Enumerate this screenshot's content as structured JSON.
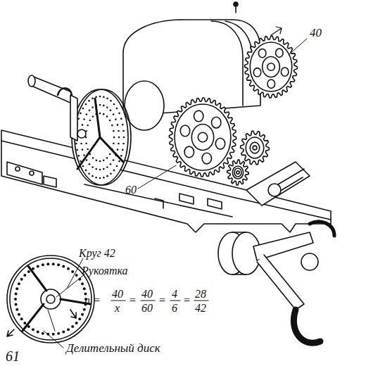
{
  "diagram": {
    "labels": [
      "40",
      "60",
      "Круг 42",
      "Рукоятка",
      "n =",
      "40",
      "x",
      "=",
      "40",
      "60",
      "=",
      "4",
      "6",
      "=",
      "28",
      "42",
      "Делительный диск",
      "61"
    ]
  }
}
